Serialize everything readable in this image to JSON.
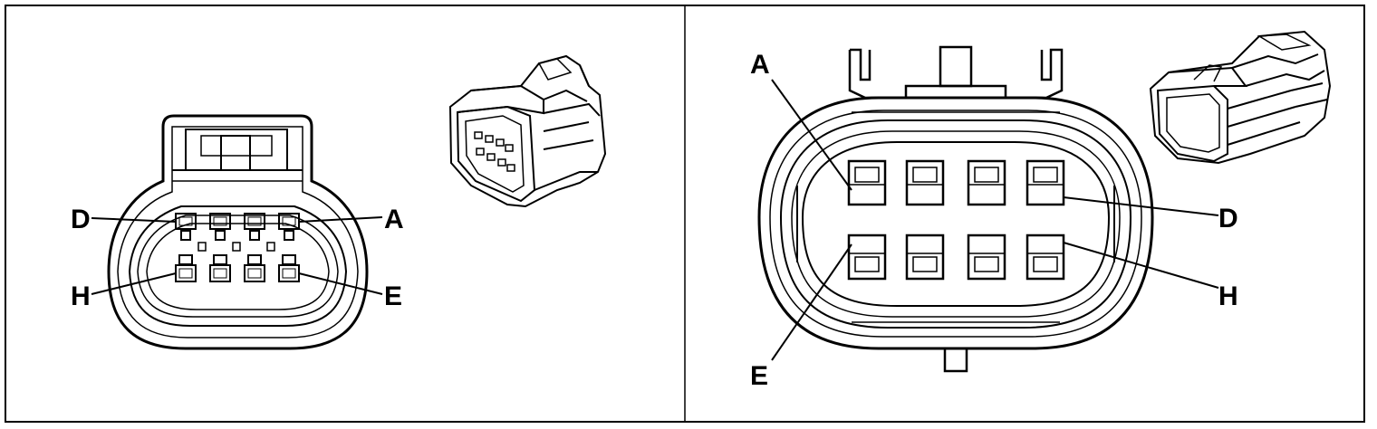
{
  "colors": {
    "line": "#000000",
    "background": "#ffffff"
  },
  "left_panel": {
    "view": "connector-face-8-pin",
    "pin_labels": {
      "top_left": "D",
      "top_right": "A",
      "bottom_left": "H",
      "bottom_right": "E"
    }
  },
  "right_panel": {
    "view": "connector-face-8-pin",
    "pin_labels": {
      "top_left": "A",
      "top_right": "D",
      "bottom_left": "E",
      "bottom_right": "H"
    }
  }
}
